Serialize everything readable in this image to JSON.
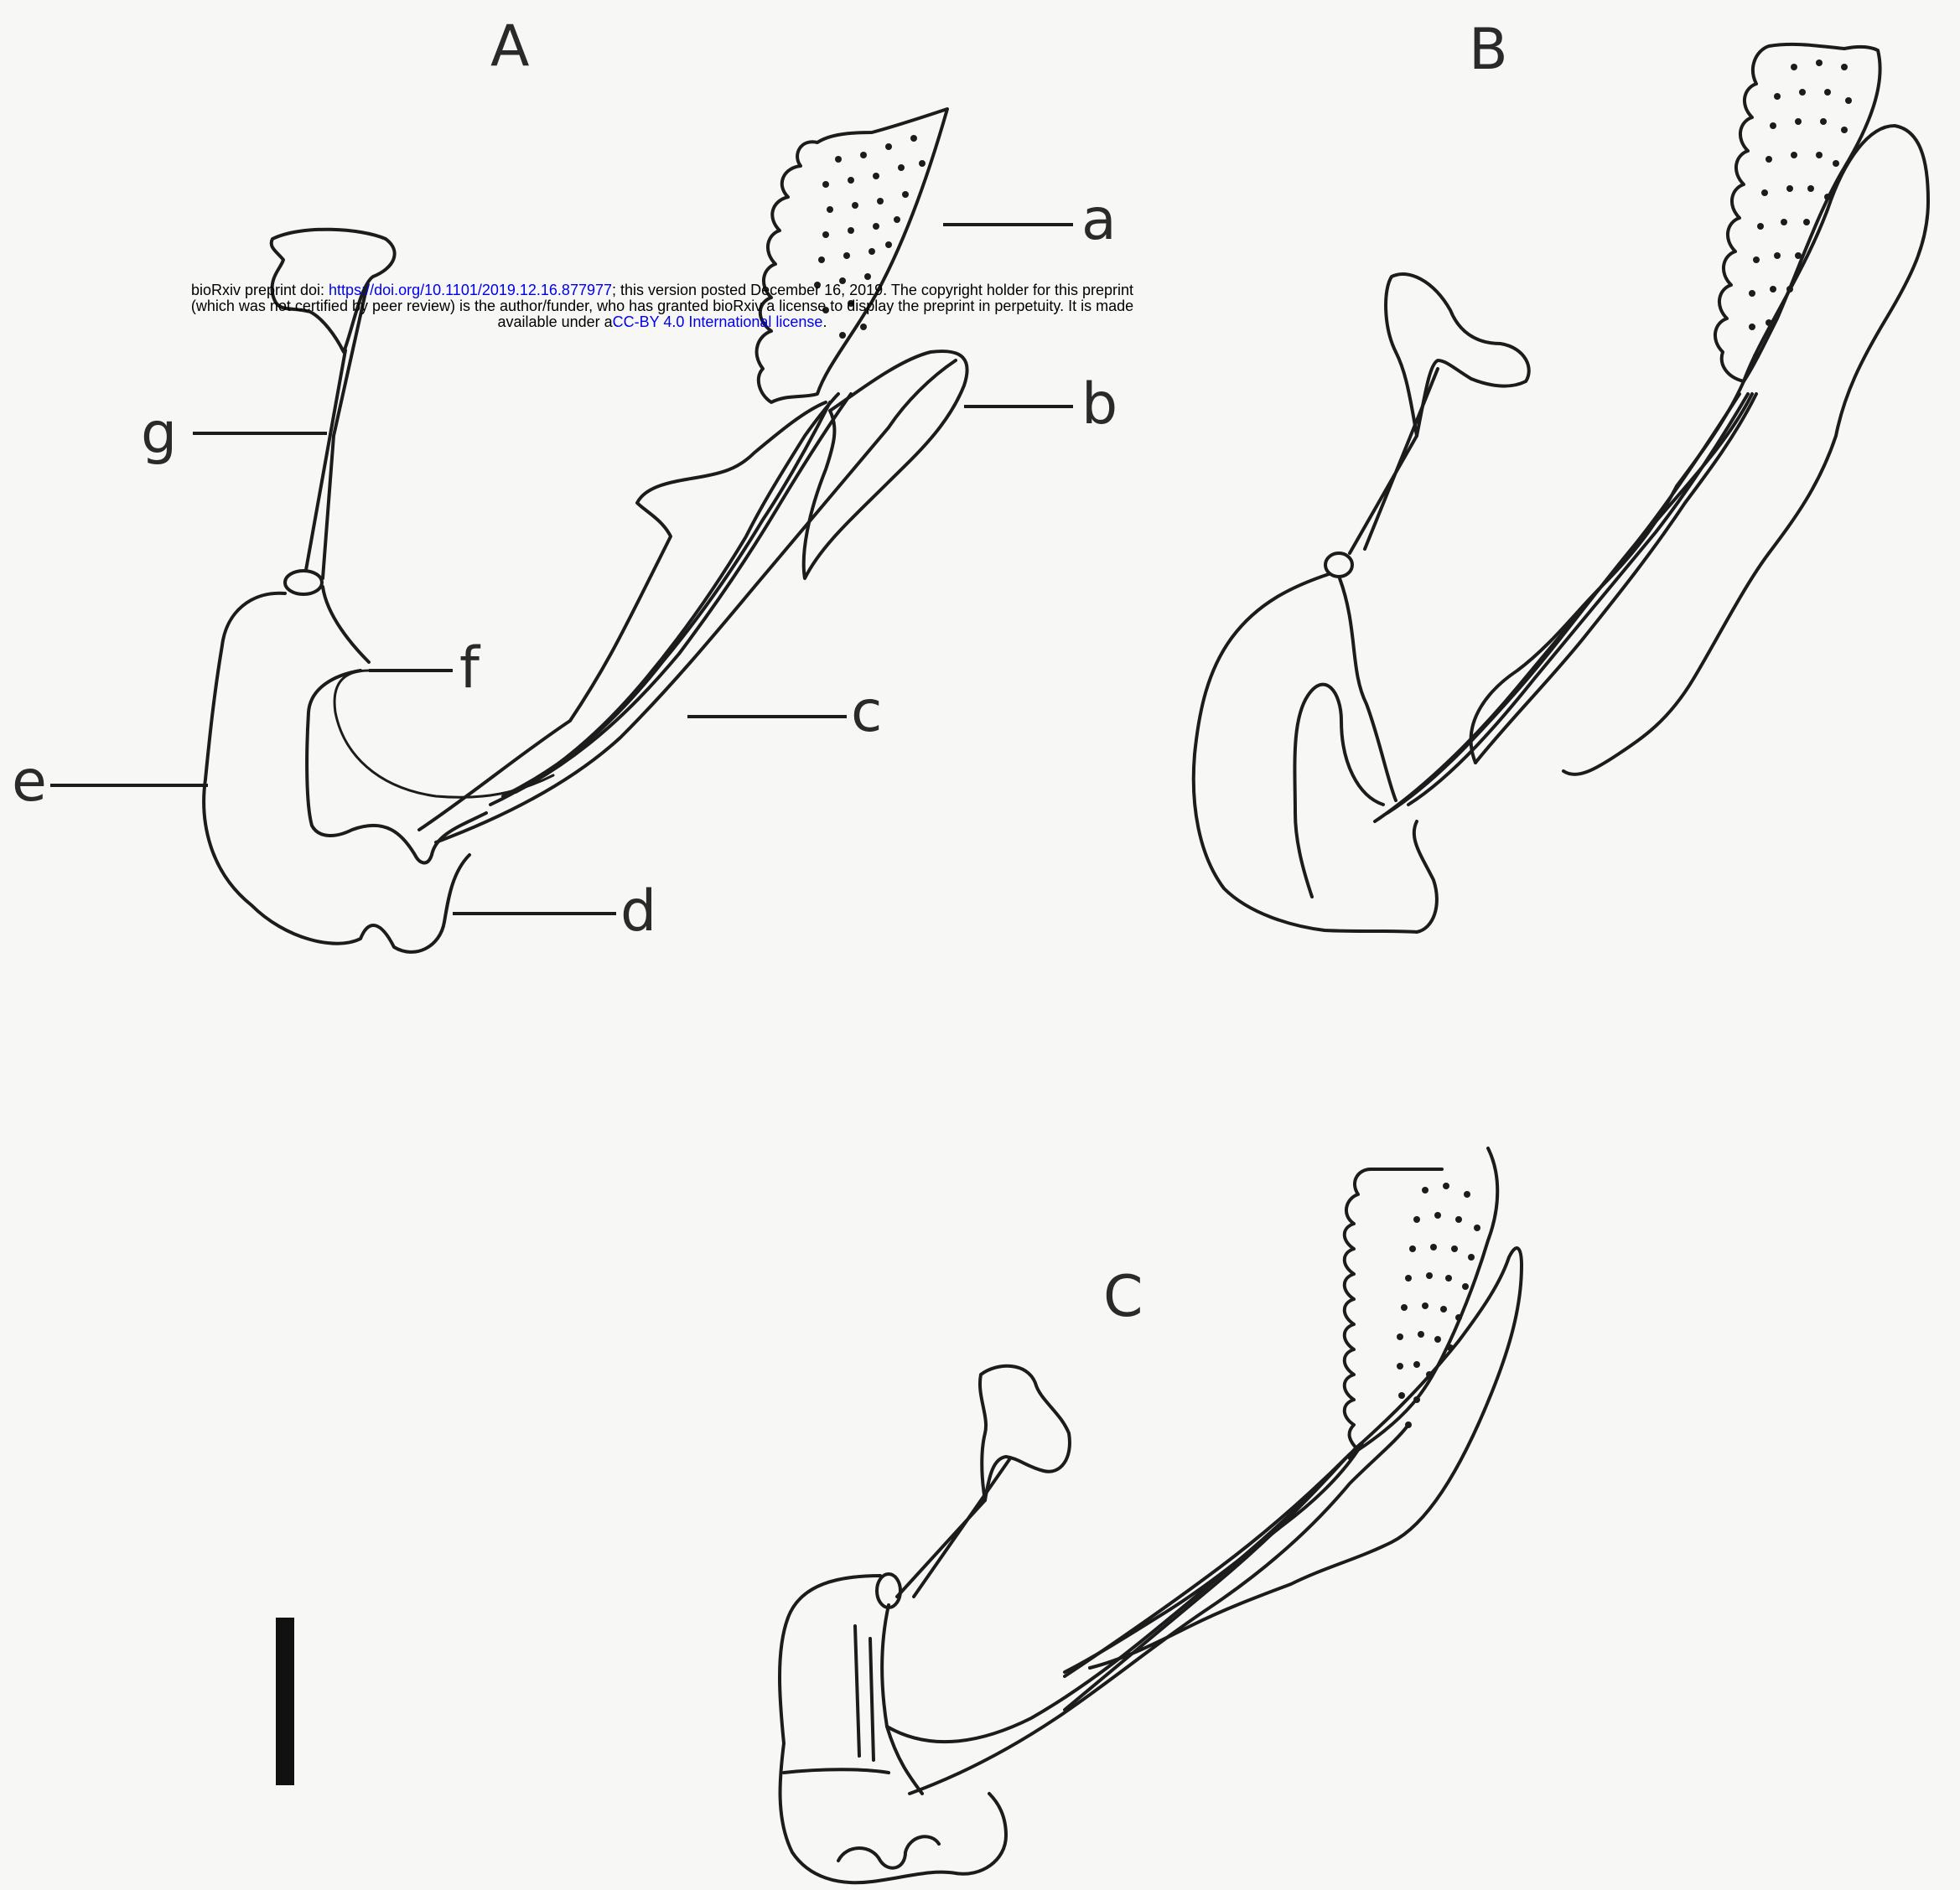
{
  "banner": {
    "line1_pre": "bioRxiv preprint doi: ",
    "doi_link": "https://doi.org/10.1101/2019.12.16.877977",
    "line1_post": "; this version posted December 16, 2019. The copyright holder for this preprint",
    "line2": "(which was not certified by peer review) is the author/funder, who has granted bioRxiv a license to display the preprint in perpetuity. It is made",
    "line3_pre": "available under a",
    "license_link": "CC-BY 4.0 International license",
    "line3_post": "."
  },
  "panels": {
    "a": "A",
    "b": "B",
    "c": "C"
  },
  "parts": {
    "a": "a",
    "b": "b",
    "c": "c",
    "d": "d",
    "e": "e",
    "f": "f",
    "g": "g"
  },
  "colors": {
    "ink": "#1c1c1c",
    "paper": "#f7f7f6",
    "link": "#0000ee"
  }
}
